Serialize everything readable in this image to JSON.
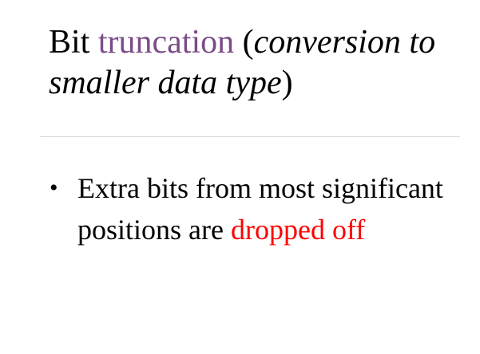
{
  "title": {
    "word1": "Bit ",
    "accent": "truncation",
    "open_paren": " (",
    "italic": "conversion to smaller data type",
    "close_paren": ")"
  },
  "bullets": [
    {
      "marker": "•",
      "text": "Extra bits from most significant positions are ",
      "highlight": "dropped off"
    }
  ],
  "colors": {
    "accent": "#7b4c88",
    "highlight": "#ff0000",
    "divider": "#d8d8d8"
  }
}
